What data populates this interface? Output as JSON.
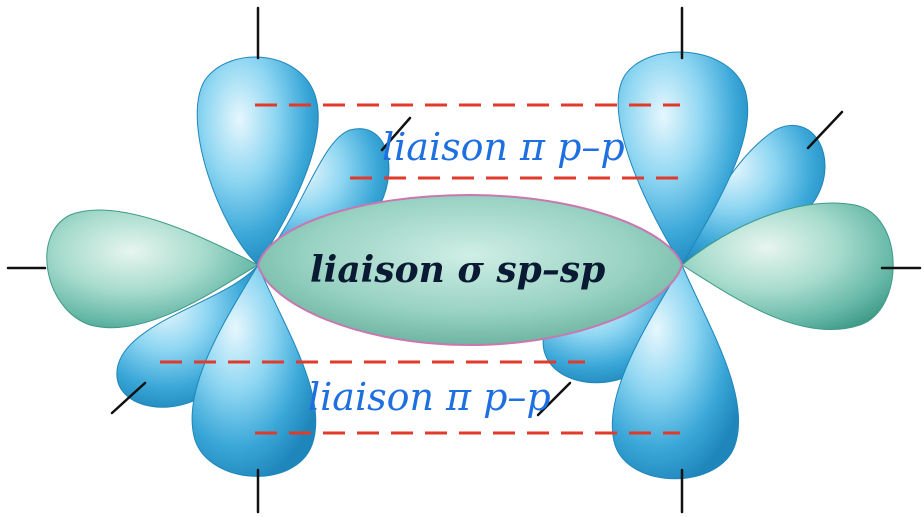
{
  "labels": {
    "pi_top": "liaison π p–p",
    "sigma": "liaison σ sp–sp",
    "pi_bottom": "liaison π p–p"
  },
  "colors": {
    "p_orbital": "#46b6e4",
    "sp_orbital": "#8fd0c4",
    "pi_label": "#1e6fe0",
    "sigma_label": "#0b1a33",
    "dashed_lines": "#e03a2a"
  }
}
